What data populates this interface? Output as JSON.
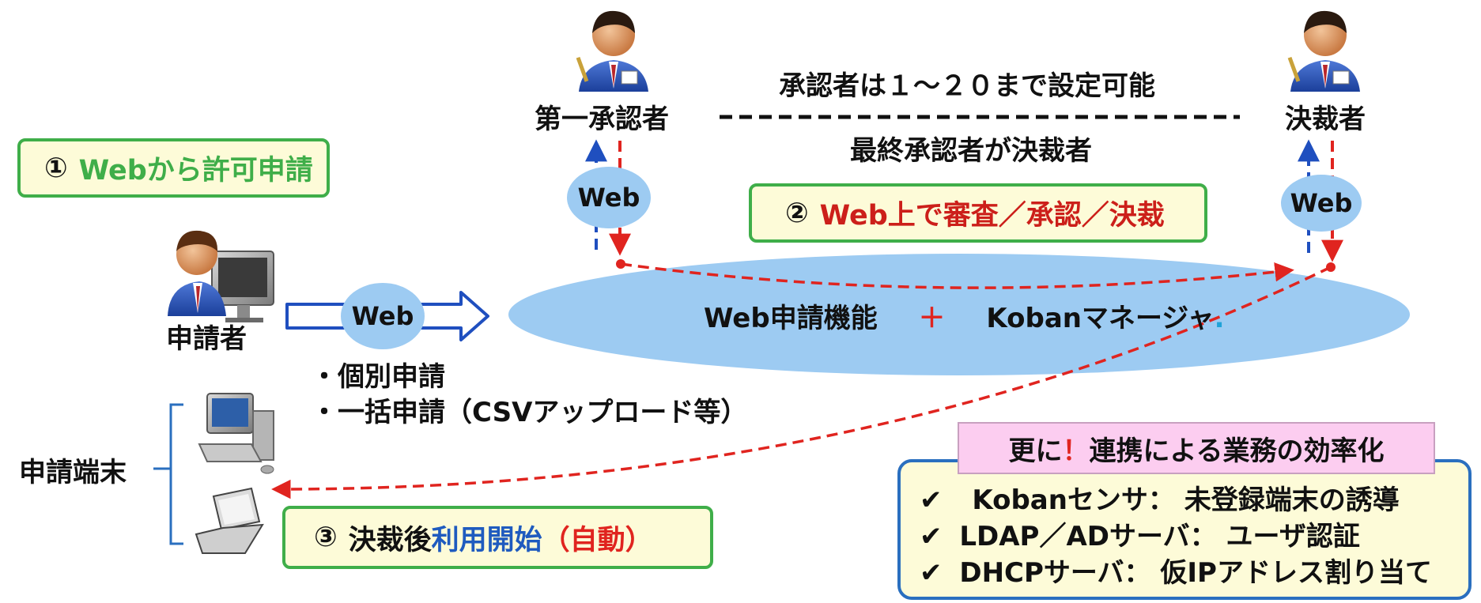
{
  "colors": {
    "green": "#3fae49",
    "red": "#e0241f",
    "blue": "#1f5bbf",
    "ellipse": "#9dcbf2",
    "arrow_blue": "#1f4fbf"
  },
  "icons": [
    "person-computer-icon",
    "person-badge-icon",
    "desktop-computer-icon",
    "laptop-icon",
    "check-icon"
  ],
  "step1": {
    "num": "①",
    "label": "Webから許可申請"
  },
  "step2": {
    "num": "②",
    "label": "Web上で審査／承認／決裁"
  },
  "step3": {
    "num": "③",
    "prefix": "決裁後",
    "blue": "利用開始",
    "red": "（自動）"
  },
  "roles": {
    "applicant": "申請者",
    "first_approver": "第一承認者",
    "final": "決裁者",
    "terminals": "申請端末"
  },
  "approver_note_top": "承認者は１～２０まで設定可能",
  "approver_note_bottom": "最終承認者が決裁者",
  "web": "Web",
  "ellipse": {
    "left": "Web申請機能",
    "plus": "＋",
    "right": "Kobanマネージャ",
    "dot": "."
  },
  "apply_methods": [
    "・個別申請",
    "・一括申請（CSVアップロード等）"
  ],
  "integration": {
    "title_pre": "更に",
    "title_mark": "！",
    "title_post": "連携による業務の効率化",
    "check": "✔",
    "items": [
      "Kobanセンサ： 未登録端末の誘導",
      "LDAP／ADサーバ： ユーザ認証",
      "DHCPサーバ： 仮IPアドレス割り当て"
    ]
  }
}
